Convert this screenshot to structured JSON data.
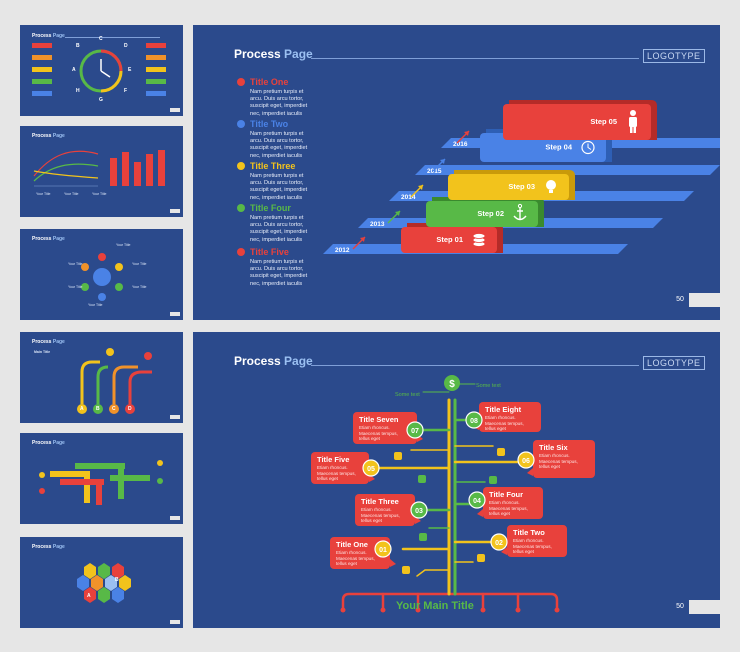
{
  "brand": {
    "process": "Process",
    "page": "Page",
    "logotype": "LOGOTYPE",
    "page_number": "50"
  },
  "colors": {
    "bg": "#2b4a8c",
    "red": "#e8413c",
    "orange": "#f0922a",
    "yellow": "#f2c31c",
    "green": "#58b947",
    "blue": "#4a82e6",
    "page": "#e6e6e6"
  },
  "thumbnails": [
    {
      "name": "clock-diagram-slide",
      "letters": [
        "A",
        "B",
        "C",
        "D",
        "E",
        "F",
        "G",
        "H"
      ]
    },
    {
      "name": "chart-slide",
      "labels": [
        "Your Title",
        "Your Title",
        "Your Title"
      ]
    },
    {
      "name": "cycle-slide",
      "labels": [
        "Your Title",
        "Your Title",
        "Your Title",
        "Your Title",
        "Your Title",
        "Your Title"
      ]
    },
    {
      "name": "tree-slide",
      "main_title": "Main Title",
      "letters": [
        "A",
        "B",
        "C",
        "D"
      ]
    },
    {
      "name": "bar-3d-slide"
    },
    {
      "name": "hexagon-slide",
      "letters": [
        "A",
        "B"
      ]
    }
  ],
  "slide_one": {
    "items": [
      {
        "title": "Title One",
        "color": "#e8413c",
        "text": [
          "Nam pretium turpis et",
          "arcu. Duis arcu tortor,",
          "suscipit eget, imperdiet",
          "nec, imperdiet iaculis"
        ]
      },
      {
        "title": "Title Two",
        "color": "#4a82e6",
        "text": [
          "Nam pretium turpis et",
          "arcu. Duis arcu tortor,",
          "suscipit eget, imperdiet",
          "nec, imperdiet iaculis"
        ]
      },
      {
        "title": "Title Three",
        "color": "#f2c31c",
        "text": [
          "Nam pretium turpis et",
          "arcu. Duis arcu tortor,",
          "suscipit eget, imperdiet",
          "nec, imperdiet iaculis"
        ]
      },
      {
        "title": "Title Four",
        "color": "#58b947",
        "text": [
          "Nam pretium turpis et",
          "arcu. Duis arcu tortor,",
          "suscipit eget, imperdiet",
          "nec, imperdiet iaculis"
        ]
      },
      {
        "title": "Title Five",
        "color": "#e8413c",
        "text": [
          "Nam pretium turpis et",
          "arcu. Duis arcu tortor,",
          "suscipit eget, imperdiet",
          "nec, imperdiet iaculis"
        ]
      }
    ],
    "years": [
      "2012",
      "2013",
      "2014",
      "2015",
      "2016"
    ],
    "steps": [
      {
        "label": "Step 01",
        "color": "#e8413c",
        "icon": "coins-icon"
      },
      {
        "label": "Step 02",
        "color": "#58b947",
        "icon": "anchor-icon"
      },
      {
        "label": "Step 03",
        "color": "#f2c31c",
        "icon": "lightbulb-icon"
      },
      {
        "label": "Step 04",
        "color": "#4a82e6",
        "icon": "clock-icon"
      },
      {
        "label": "Step 05",
        "color": "#e8413c",
        "icon": "person-icon"
      }
    ]
  },
  "slide_two": {
    "main_title": "Your Main Title",
    "some_text": "Some text",
    "nodes": [
      {
        "num": "01",
        "title": "Title One",
        "color": "#f2c31c",
        "text": [
          "Etiam rhoncus.",
          "Maecenas tempus,",
          "tellus eget"
        ]
      },
      {
        "num": "02",
        "title": "Title Two",
        "color": "#f2c31c",
        "text": [
          "Etiam rhoncus.",
          "Maecenas tempus,",
          "tellus eget"
        ]
      },
      {
        "num": "03",
        "title": "Title Three",
        "color": "#58b947",
        "text": [
          "Etiam rhoncus.",
          "Maecenas tempus,",
          "tellus eget"
        ]
      },
      {
        "num": "04",
        "title": "Title Four",
        "color": "#58b947",
        "text": [
          "Etiam rhoncus.",
          "Maecenas tempus,",
          "tellus eget"
        ]
      },
      {
        "num": "05",
        "title": "Title Five",
        "color": "#f2c31c",
        "text": [
          "Etiam rhoncus.",
          "Maecenas tempus,",
          "tellus eget"
        ]
      },
      {
        "num": "06",
        "title": "Title Six",
        "color": "#f2c31c",
        "text": [
          "Etiam rhoncus.",
          "Maecenas tempus,",
          "tellus eget"
        ]
      },
      {
        "num": "07",
        "title": "Title Seven",
        "color": "#58b947",
        "text": [
          "Etiam rhoncus.",
          "Maecenas tempus,",
          "tellus eget"
        ]
      },
      {
        "num": "08",
        "title": "Title Eight",
        "color": "#58b947",
        "text": [
          "Etiam rhoncus.",
          "Maecenas tempus,",
          "tellus eget"
        ]
      }
    ]
  }
}
